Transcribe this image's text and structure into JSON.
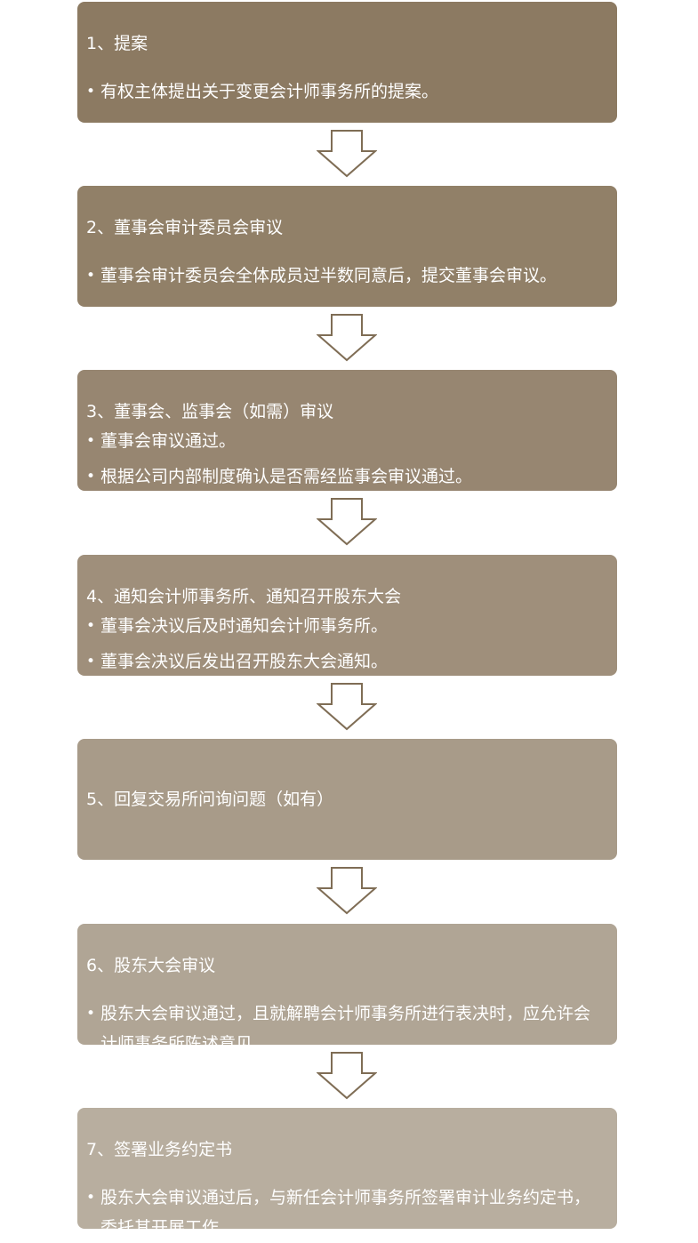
{
  "steps": [
    {
      "title": "1、提案",
      "bullets": [
        "有权主体提出关于变更会计师事务所的提案。"
      ],
      "color": "#8c7a62"
    },
    {
      "title": "2、董事会审计委员会审议",
      "bullets": [
        "董事会审计委员会全体成员过半数同意后，提交董事会审议。"
      ],
      "color": "#918068"
    },
    {
      "title": "3、董事会、监事会（如需）审议",
      "bullets": [
        "董事会审议通过。",
        "根据公司内部制度确认是否需经监事会审议通过。"
      ],
      "color": "#978671"
    },
    {
      "title": "4、通知会计师事务所、通知召开股东大会",
      "bullets": [
        "董事会决议后及时通知会计师事务所。",
        "董事会决议后发出召开股东大会通知。"
      ],
      "color": "#9f8f7b"
    },
    {
      "title": "5、回复交易所问询问题（如有）",
      "bullets": [],
      "color": "#a89b89"
    },
    {
      "title": "6、股东大会审议",
      "bullets": [
        "股东大会审议通过，且就解聘会计师事务所进行表决时，应允许会计师事务所陈述意见。"
      ],
      "color": "#b0a595"
    },
    {
      "title": "7、签署业务约定书",
      "bullets": [
        "股东大会审议通过后，与新任会计师事务所签署审计业务约定书，委托其开展工作。"
      ],
      "color": "#b8ae9f"
    }
  ],
  "bullet_symbol": "•",
  "arrow_color": "#7f6d55"
}
